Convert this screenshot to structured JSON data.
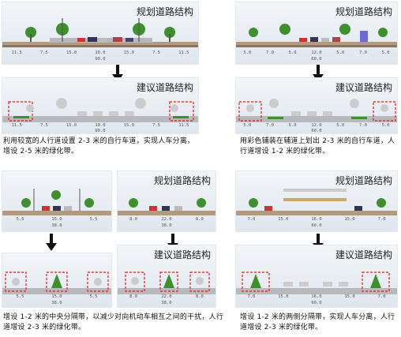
{
  "panels": [
    {
      "title": "规划道路结构",
      "dims": [
        "11.5",
        "7.5",
        "15.0",
        "10.0",
        "15.0",
        "7.5",
        "11.5"
      ],
      "total": "90.0"
    },
    {
      "title": "建议道路结构",
      "dims": [
        "11.5",
        "7.5",
        "15.0",
        "10.0",
        "15.0",
        "7.5",
        "11.5"
      ],
      "total": "90.0"
    },
    {
      "title": "规划道路结构",
      "dims": [
        "5.0",
        "7.0",
        "5.0",
        "12.0",
        "5.0",
        "7.0",
        "5.0"
      ],
      "total": "60.0"
    },
    {
      "title": "建议道路结构",
      "dims": [
        "5.0",
        "7.0",
        "5.0",
        "12.0",
        "5.0",
        "7.0",
        "5.0"
      ],
      "total": "60.0"
    },
    {
      "title": "",
      "dims": [
        "5.5",
        "15.0",
        "5.5"
      ],
      "total": "38.0"
    },
    {
      "title": "",
      "dims": [
        "5.5",
        "15.0",
        "5.5"
      ],
      "total": "38.0"
    },
    {
      "title": "规划道路结构",
      "dims": [
        "8.0",
        "22.0",
        "8.0"
      ],
      "total": "38.0"
    },
    {
      "title": "建议道路结构",
      "dims": [
        "8.0",
        "22.0",
        "8.0"
      ],
      "total": "38.0"
    },
    {
      "title": "规划道路结构",
      "dims": [
        "7.0",
        "15.0",
        "16.0",
        "15.0",
        "7.0"
      ],
      "total": "60.0"
    },
    {
      "title": "建议道路结构",
      "dims": [
        "7.0",
        "15.0",
        "16.0",
        "15.0",
        "7.0"
      ],
      "total": "60.0"
    }
  ],
  "captions": {
    "top_left": "利用较宽的人行道设置 2-3 米的自行车道，实现人车分离，增设 2-5 米的绿化带。",
    "top_right": "用彩色铺装在辅道上划出 2-3 米的自行车道，人行道增设 1-2 米的绿化带。",
    "bottom_left": "增设 1-2 米的中央分隔带，以减少对向机动车相互之间的干扰，人行道增设 2-3 米的绿化带。",
    "bottom_right": "增设 1-2 米的两侧分隔带，实现人车分离，人行道增设 2-3 米的绿化带。"
  },
  "colors": {
    "highlight": "#e21b1b",
    "tree": "#3f8f2e",
    "road": "#9aa0a6",
    "arrow": "#111111"
  }
}
